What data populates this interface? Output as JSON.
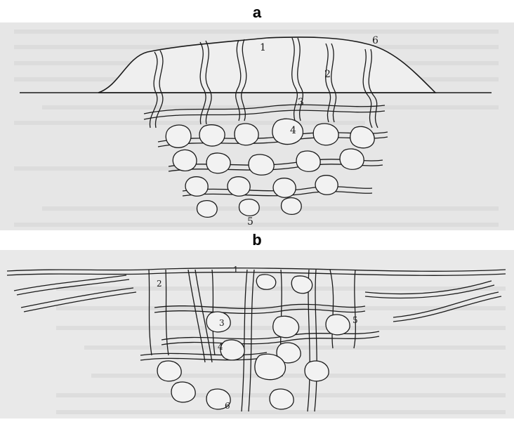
{
  "panels": [
    {
      "label": "a",
      "numbers": [
        "1",
        "2",
        "3",
        "4",
        "5",
        "6"
      ]
    },
    {
      "label": "b",
      "numbers": [
        "1",
        "2",
        "3",
        "4",
        "5",
        "6"
      ]
    }
  ],
  "colors": {
    "page_background_a": "#e9e9e9",
    "page_background_b": "#ebebeb",
    "ink": "#1a1a1a",
    "mound_fill": "#efefef"
  }
}
